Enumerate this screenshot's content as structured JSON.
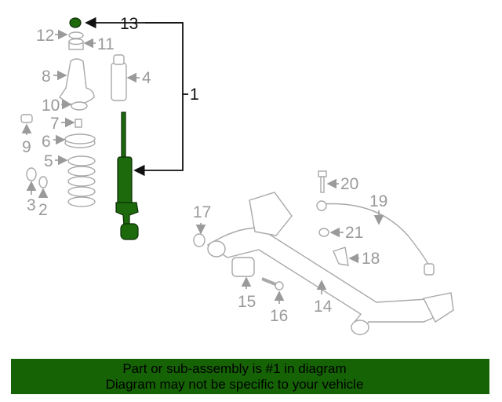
{
  "diagram": {
    "callouts": {
      "c1": "1",
      "c2": "2",
      "c3": "3",
      "c4": "4",
      "c5": "5",
      "c6": "6",
      "c7": "7",
      "c8": "8",
      "c9": "9",
      "c10": "10",
      "c11": "11",
      "c12": "12",
      "c13": "13",
      "c14": "14",
      "c15": "15",
      "c16": "16",
      "c17": "17",
      "c18": "18",
      "c19": "19",
      "c20": "20",
      "c21": "21"
    },
    "highlight_color": "#1d6a0c"
  },
  "banner": {
    "line1": "Part or sub-assembly is #1 in diagram",
    "line2": "Diagram may not be specific to your vehicle",
    "color": "#156305"
  }
}
